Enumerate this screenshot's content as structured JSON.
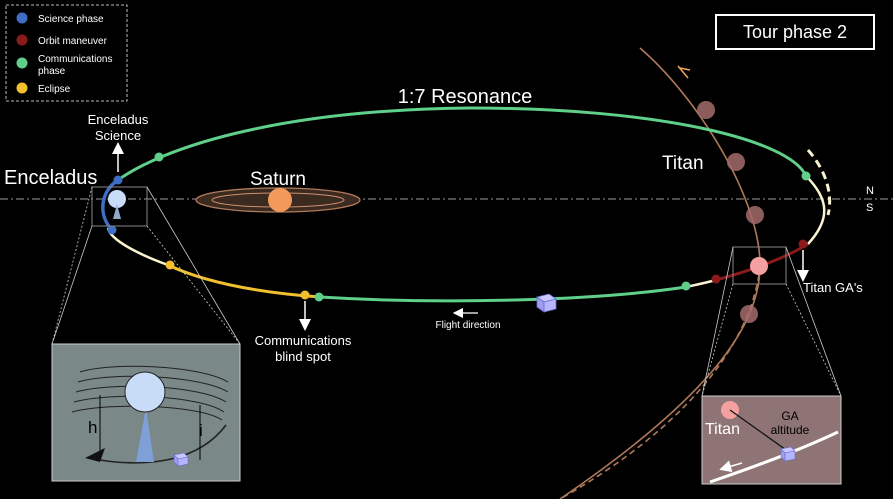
{
  "title": "Tour phase 2",
  "legend": [
    {
      "label": "Science phase",
      "color": "#3d6fc4"
    },
    {
      "label": "Orbit maneuver",
      "color": "#8b1a1a"
    },
    {
      "label": "Communications",
      "label2": "phase",
      "color": "#5fcf8a"
    },
    {
      "label": "Eclipse",
      "color": "#f2c02e"
    }
  ],
  "labels": {
    "resonance": "1:7 Resonance",
    "saturn": "Saturn",
    "enceladus": "Enceladus",
    "enceladus_science_1": "Enceladus",
    "enceladus_science_2": "Science",
    "titan": "Titan",
    "north": "N",
    "south": "S",
    "titan_ga": "Titan GA's",
    "comm_blind_1": "Communications",
    "comm_blind_2": "blind spot",
    "flight_direction": "Flight direction",
    "inset_h": "h",
    "inset_i": "i",
    "inset_titan": "Titan",
    "inset_ga_1": "GA",
    "inset_ga_2": "altitude"
  },
  "colors": {
    "science": "#3d6fc4",
    "maneuver": "#8b1a1a",
    "comm": "#5fcf8a",
    "eclipse": "#f2c02e",
    "orbit": "#fbf3d0",
    "titan_path": "#b07a5a",
    "saturn": "#f29a5a",
    "enceladus": "#c9dcf7",
    "titan": "#f4a0a0"
  }
}
